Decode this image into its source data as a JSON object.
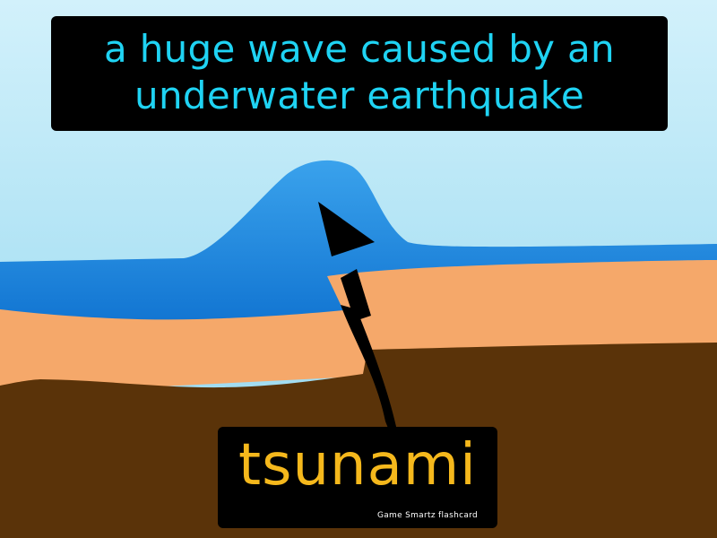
{
  "definition": "a huge wave caused by an underwater earthquake",
  "term": "tsunami",
  "brand": "Game Smartz flashcard",
  "colors": {
    "sky_top": "#c9eef9",
    "sky_bottom": "#8fd6ef",
    "ocean": "#0f76d4",
    "wave_crest": "#2a96e6",
    "sand": "#f5a86a",
    "earth": "#5a3309",
    "fault_line": "#000000",
    "definition_text": "#1fd3f3",
    "term_text": "#f5b81c"
  }
}
